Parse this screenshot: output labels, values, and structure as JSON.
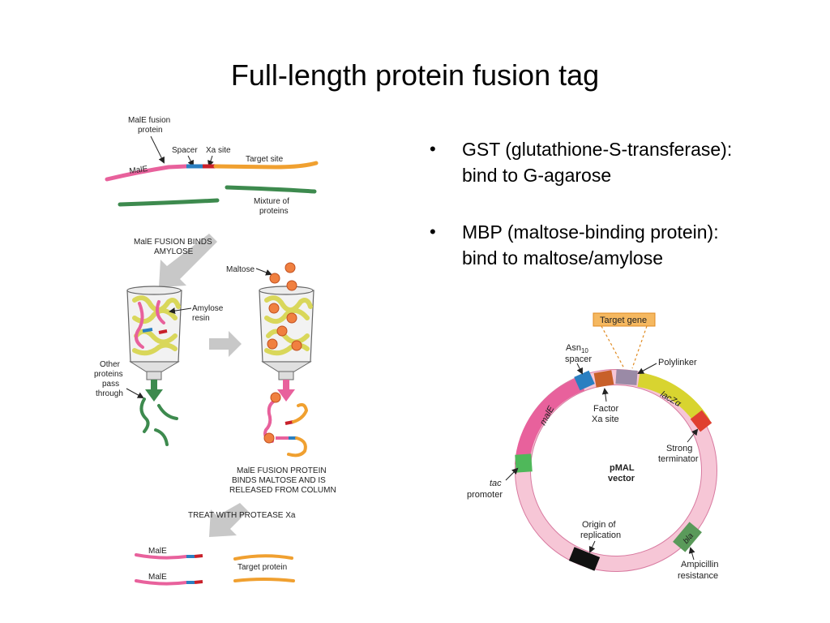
{
  "slide": {
    "title": "Full-length protein fusion tag",
    "bullets": [
      {
        "line1": "GST (glutathione-S-transferase):",
        "line2": "bind to G-agarose"
      },
      {
        "line1": "MBP (maltose-binding protein):",
        "line2": "bind to maltose/amylose"
      }
    ]
  },
  "left_figure": {
    "fusion_label_1": "MalE fusion",
    "fusion_label_2": "protein",
    "spacer": "Spacer",
    "xa_site": "Xa site",
    "target_site": "Target site",
    "male": "MalE",
    "mixture_1": "Mixture of",
    "mixture_2": "proteins",
    "binds_1": "MalE FUSION BINDS",
    "binds_2": "AMYLOSE",
    "maltose": "Maltose",
    "amylose_1": "Amylose",
    "amylose_2": "resin",
    "other_1": "Other",
    "other_2": "proteins",
    "other_3": "pass",
    "other_4": "through",
    "release_1": "MalE FUSION PROTEIN",
    "release_2": "BINDS MALTOSE AND IS",
    "release_3": "RELEASED FROM COLUMN",
    "treat": "TREAT WITH PROTEASE Xa",
    "male_a": "MalE",
    "male_b": "MalE",
    "target_protein": "Target protein"
  },
  "vector_figure": {
    "target_gene": "Target gene",
    "asn_main": "Asn",
    "asn_sub": "10",
    "spacer": "spacer",
    "polylinker": "Polylinker",
    "lacz": "lacZα",
    "factor_1": "Factor",
    "factor_2": "Xa site",
    "male": "malE",
    "strong_1": "Strong",
    "strong_2": "terminator",
    "pmal_1": "pMAL",
    "pmal_2": "vector",
    "tac_1": "tac",
    "tac_2": "promoter",
    "origin_1": "Origin of",
    "origin_2": "replication",
    "bla": "bla",
    "amp_1": "Ampicillin",
    "amp_2": "resistance"
  },
  "colors": {
    "male_pink": "#e8619c",
    "target_orange": "#f0a030",
    "protein_green": "#3d8a4e",
    "spacer_blue": "#2a7fc1",
    "xa_red": "#c8202a",
    "resin_yellow": "#d9d75a",
    "ring_pink": "#f6c6d6",
    "lacz_yellow": "#d8d430",
    "arrow_gray": "#c8c8c8"
  }
}
